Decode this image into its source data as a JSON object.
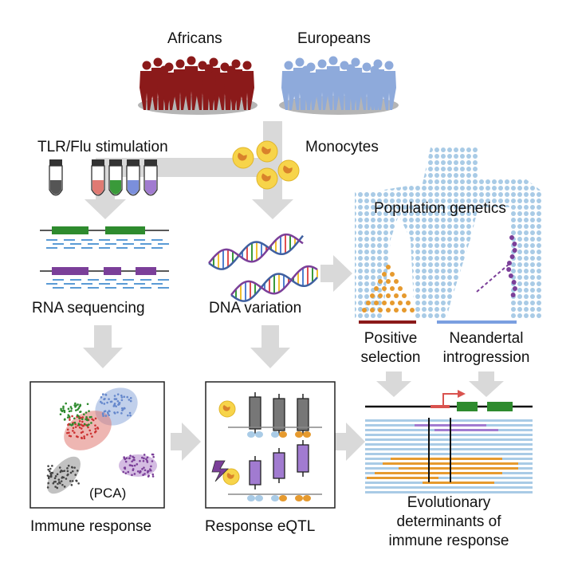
{
  "labels": {
    "africans": "Africans",
    "europeans": "Europeans",
    "stimulation": "TLR/Flu stimulation",
    "monocytes": "Monocytes",
    "population_genetics": "Population genetics",
    "rna_sequencing": "RNA sequencing",
    "dna_variation": "DNA variation",
    "positive_selection": [
      "Positive",
      "selection"
    ],
    "neandertal_introgression": [
      "Neandertal",
      "introgression"
    ],
    "pca": "(PCA)",
    "immune_response": "Immune response",
    "response_eqtl": "Response eQTL",
    "evolutionary": [
      "Evolutionary",
      "determinants of",
      "immune response"
    ]
  },
  "colors": {
    "africans": "#8b1a1a",
    "europeans": "#8eaadb",
    "arrow": "#d9d9d9",
    "green": "#2e8b2e",
    "purple": "#7b3f99",
    "orange": "#e69a2e",
    "light_blue": "#a9cbe6",
    "red": "#d9534f",
    "gray": "#555555",
    "dark_red_bar": "#8b1a1a",
    "blue_bar": "#7b9fe0"
  },
  "tubes": [
    "gray",
    "red",
    "green",
    "blue",
    "purple"
  ],
  "icons": [
    "people-icon",
    "tube-icon",
    "monocyte-icon",
    "dna-helix-icon",
    "lightning-icon",
    "gene-arrow-icon"
  ]
}
